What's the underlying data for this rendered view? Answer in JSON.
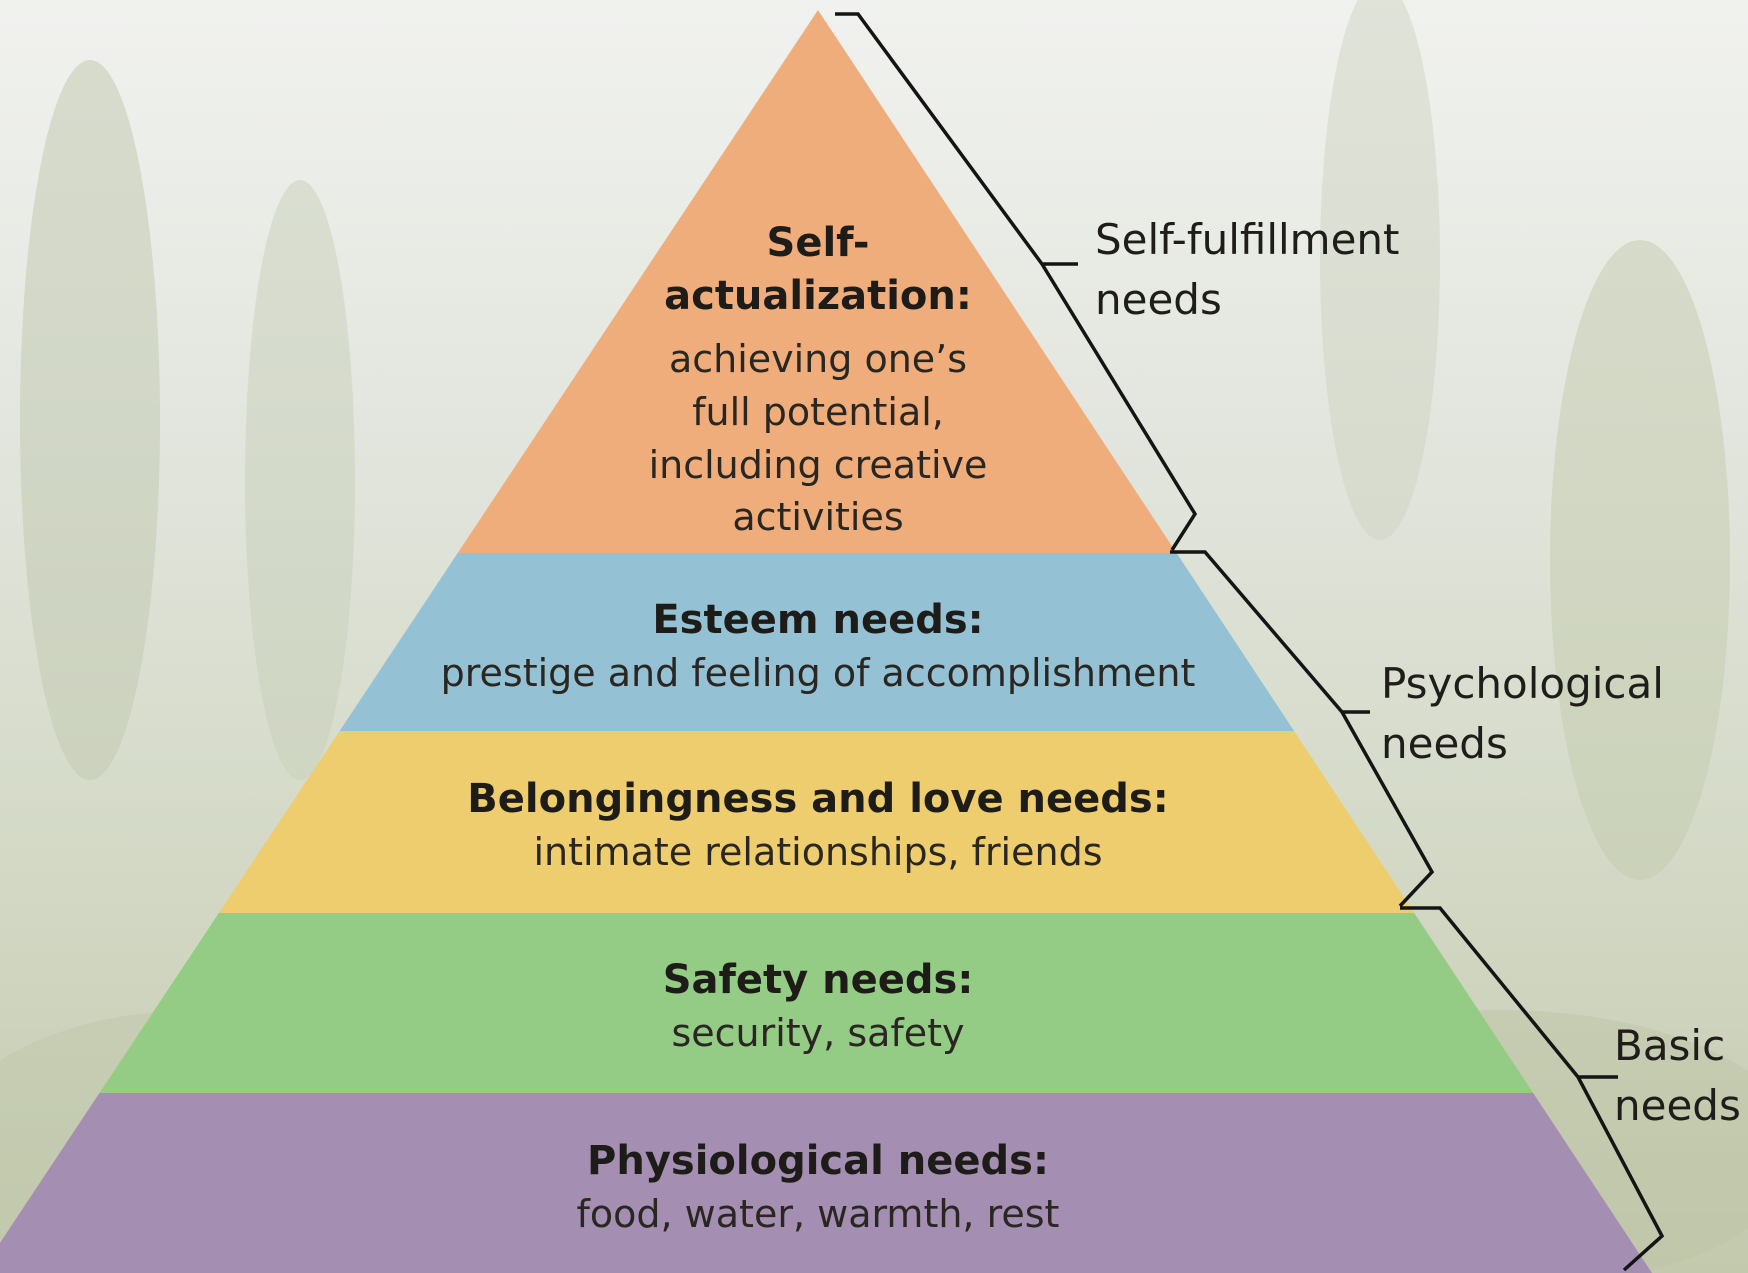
{
  "pyramid": {
    "tiers": [
      {
        "title": "Self-actualization:",
        "title_lines": [
          "Self-",
          "actualization:"
        ],
        "description": "achieving one's full potential, including creative activities",
        "description_lines": [
          "achieving one’s",
          "full potential,",
          "including creative",
          "activities"
        ],
        "color": "#f0ad7c"
      },
      {
        "title": "Esteem needs:",
        "title_lines": [
          "Esteem needs:"
        ],
        "description": "prestige and feeling of accomplishment",
        "description_lines": [
          "prestige and feeling of accomplishment"
        ],
        "color": "#94c1d3"
      },
      {
        "title": "Belongingness and love needs:",
        "title_lines": [
          "Belongingness and love needs:"
        ],
        "description": "intimate relationships, friends",
        "description_lines": [
          "intimate relationships, friends"
        ],
        "color": "#edcd6e"
      },
      {
        "title": "Safety needs:",
        "title_lines": [
          "Safety needs:"
        ],
        "description": "security, safety",
        "description_lines": [
          "security, safety"
        ],
        "color": "#94cc86"
      },
      {
        "title": "Physiological needs:",
        "title_lines": [
          "Physiological needs:"
        ],
        "description": "food, water, warmth, rest",
        "description_lines": [
          "food, water, warmth, rest"
        ],
        "color": "#a48fb2"
      }
    ]
  },
  "groups": [
    {
      "label": "Self-fulfillment needs",
      "label_lines": [
        "Self-fulfillment",
        "needs"
      ],
      "covers_tiers": [
        0
      ]
    },
    {
      "label": "Psychological needs",
      "label_lines": [
        "Psychological",
        "needs"
      ],
      "covers_tiers": [
        1,
        2
      ]
    },
    {
      "label": "Basic needs",
      "label_lines": [
        "Basic",
        "needs"
      ],
      "covers_tiers": [
        3,
        4
      ]
    }
  ]
}
